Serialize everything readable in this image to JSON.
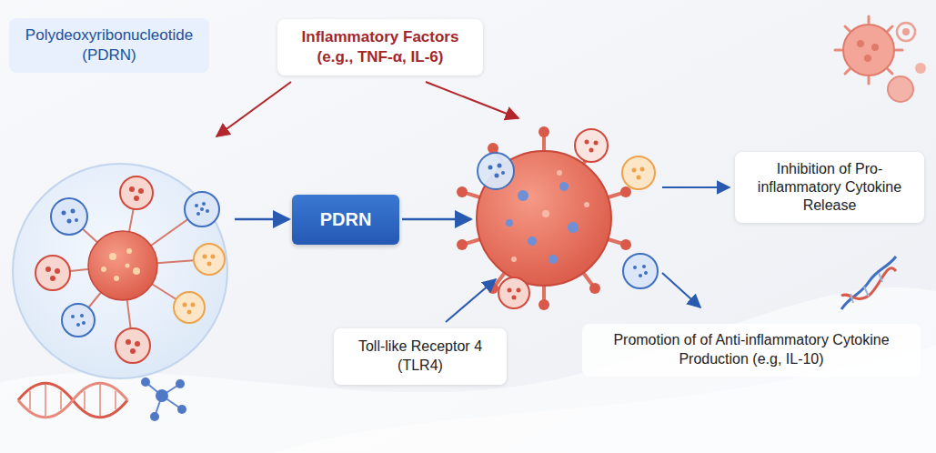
{
  "diagram": {
    "nodes": [
      {
        "text": [
          "Polydeoxyribonucleotide (PDRN)"
        ]
      },
      {
        "text": [
          "Inflammatory Factors (e.g., TNF-α, IL-6)"
        ]
      },
      {
        "text": [
          "PDRN"
        ]
      },
      {
        "text": [
          "Inhibition of Pro-inflammatory Cytokine Release"
        ]
      },
      {
        "text": [
          "Toll-like Receptor 4 (TLR4)"
        ]
      },
      {
        "text": [
          "Promotion of of Anti-inflammatory Cytokine Production (e.g, IL-10)"
        ]
      }
    ]
  }
}
